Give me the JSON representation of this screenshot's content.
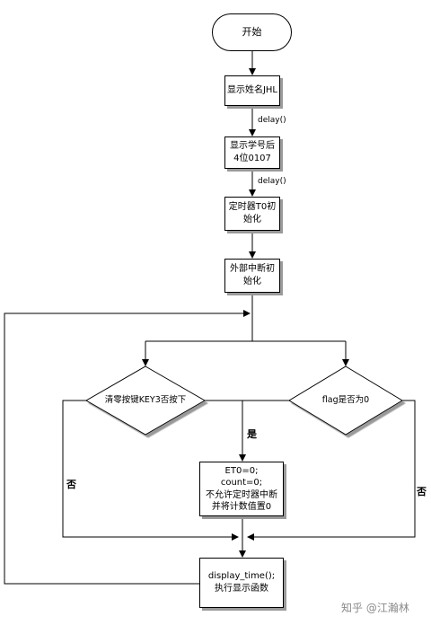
{
  "nodes": {
    "start": "开始",
    "show_name": "显示姓名JHL",
    "show_id": [
      "显示学号后",
      "4位0107"
    ],
    "timer_init": [
      "定时器T0初",
      "始化"
    ],
    "ext_int_init": [
      "外部中断初",
      "始化"
    ],
    "decision_key3": "清零按键KEY3否按下",
    "decision_flag": "flag是否为0",
    "action_reset": [
      "ET0=0;",
      "count=0;",
      "不允许定时器中断",
      "并将计数值置0"
    ],
    "display": [
      "display_time();",
      "执行显示函数"
    ]
  },
  "edge_labels": {
    "delay_1": "delay()",
    "delay_2": "delay()",
    "yes": "是",
    "no_left": "否",
    "no_right": "否"
  },
  "watermark": "知乎 @江瀚林"
}
